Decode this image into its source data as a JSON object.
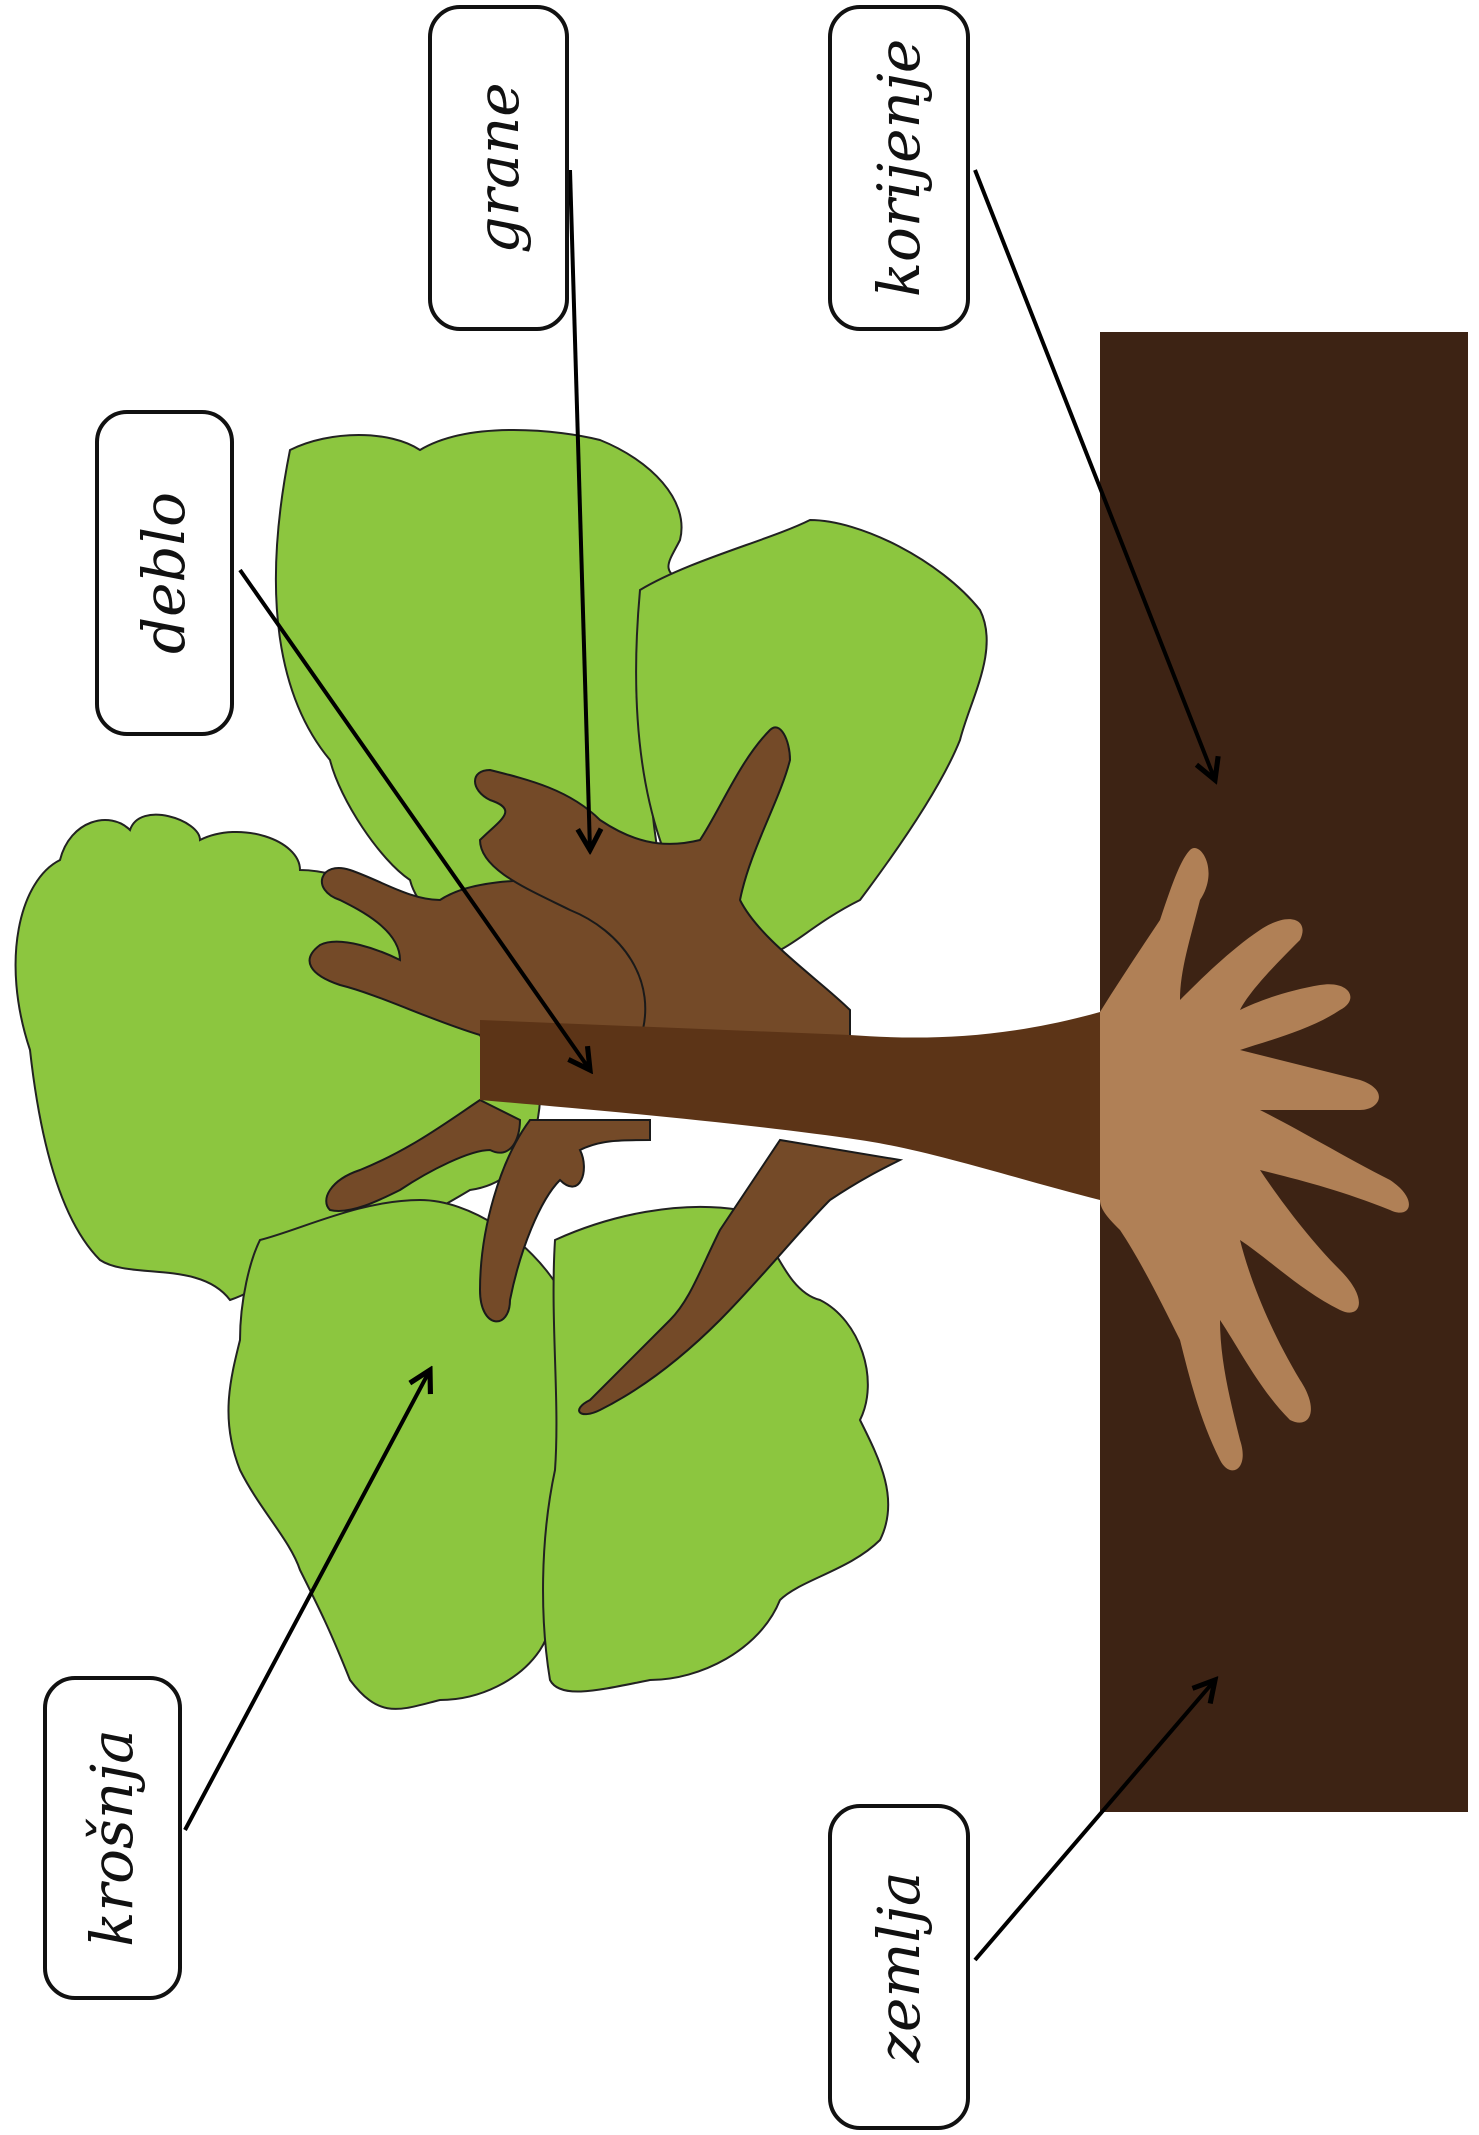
{
  "labels": {
    "krosnja": "krošnja",
    "deblo": "deblo",
    "grane": "grane",
    "korijenje": "korijenje",
    "zemlja": "zemlja"
  },
  "colors": {
    "crown": "#8cc63f",
    "crown_outline": "#222222",
    "branches": "#744a28",
    "trunk": "#5c3417",
    "roots": "#b08056",
    "soil": "#3d2314",
    "background": "#ffffff"
  }
}
